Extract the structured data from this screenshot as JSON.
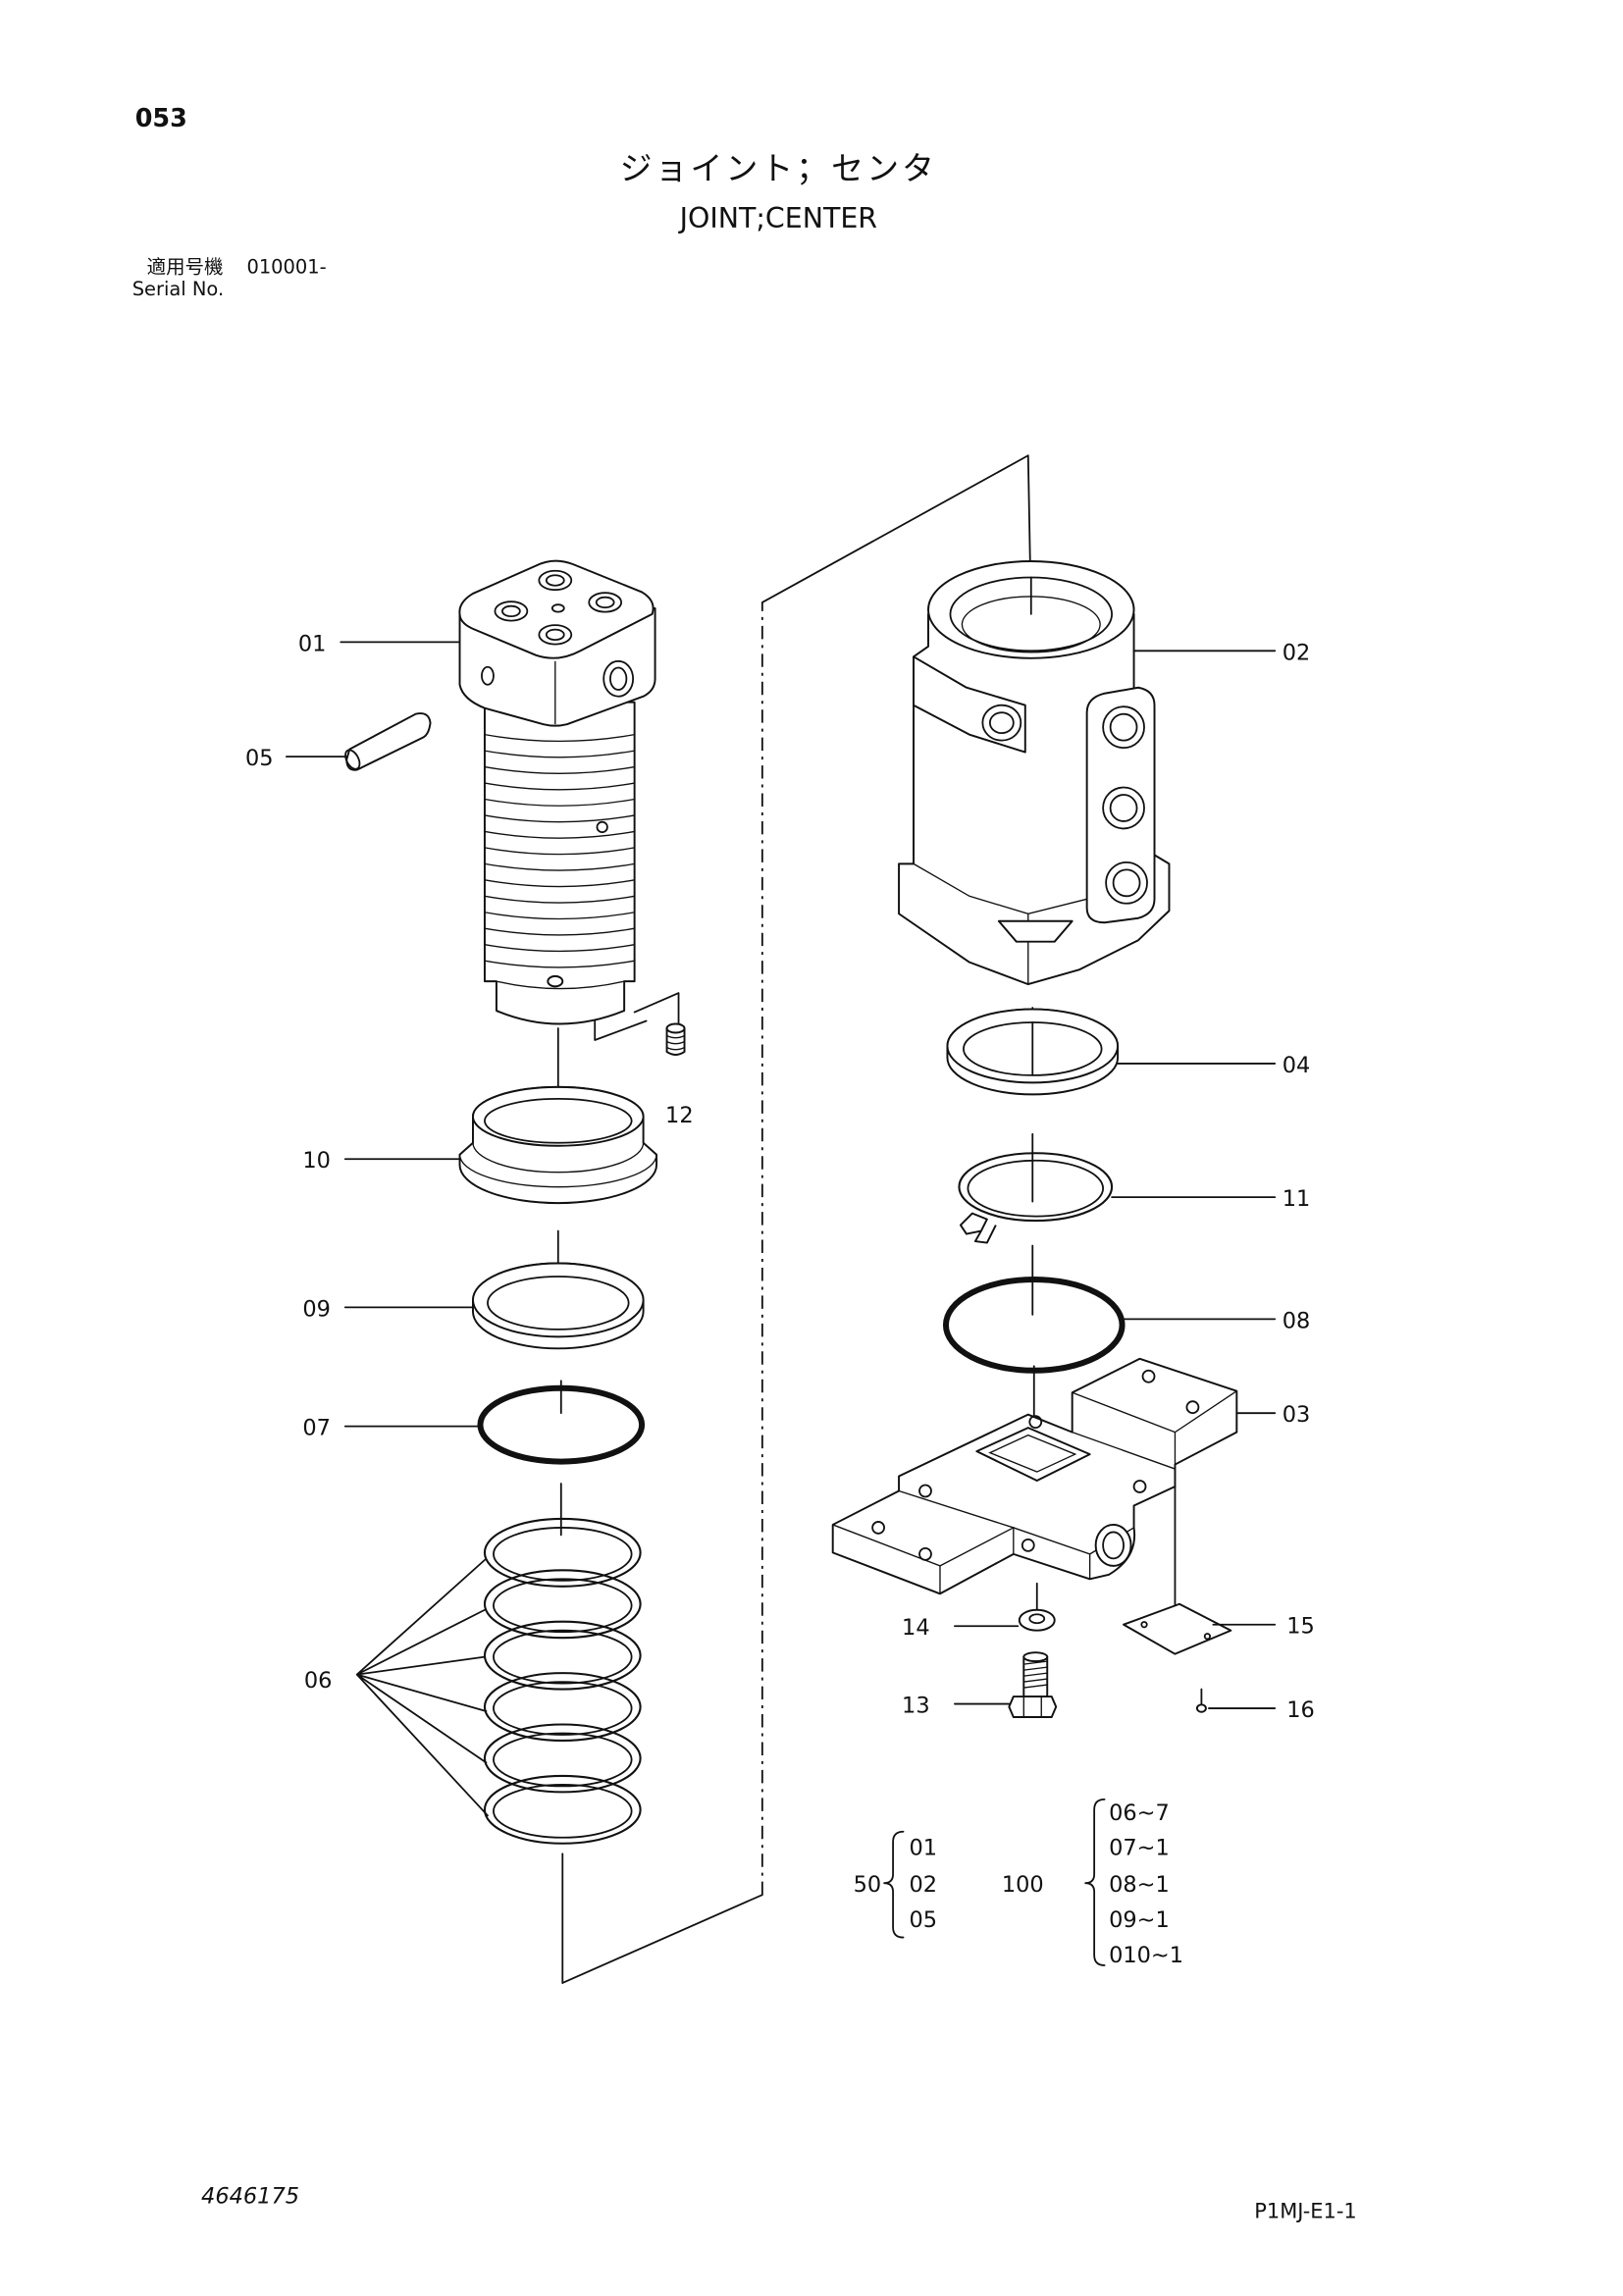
{
  "header": {
    "page_number": "053",
    "title_ja": "ジョイント；センタ",
    "title_en": "JOINT;CENTER"
  },
  "serial": {
    "label_ja": "適用号機",
    "value": "010001-",
    "label_en": "Serial No."
  },
  "callouts": [
    "01",
    "02",
    "03",
    "04",
    "05",
    "06",
    "07",
    "08",
    "09",
    "10",
    "11",
    "12",
    "13",
    "14",
    "15",
    "16"
  ],
  "kits": [
    {
      "code": "50",
      "items": [
        "01",
        "02",
        "05"
      ]
    },
    {
      "code": "100",
      "items": [
        "06~7",
        "07~1",
        "08~1",
        "09~1",
        "010~1"
      ]
    }
  ],
  "footer": {
    "drawing_number": "4646175",
    "page_code": "P1MJ-E1-1"
  }
}
